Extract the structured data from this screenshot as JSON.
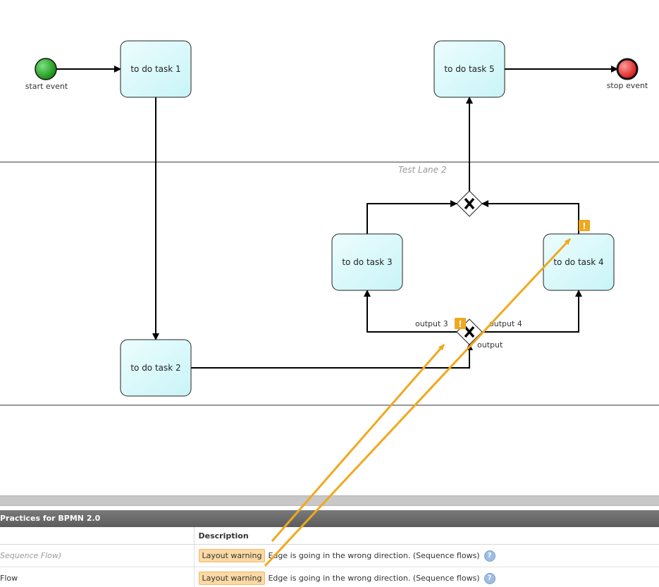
{
  "lanes": {
    "lane2_label": "Test Lane 2"
  },
  "events": {
    "start_label": "start event",
    "stop_label": "stop event"
  },
  "tasks": {
    "task1": "to do task 1",
    "task2": "to do task 2",
    "task3": "to do task 3",
    "task4": "to do task 4",
    "task5": "to do task 5"
  },
  "gateway_labels": {
    "output3": "output 3",
    "output4": "output 4",
    "output": "output"
  },
  "warning_marker_glyph": "!",
  "panel": {
    "title": "Practices for BPMN 2.0",
    "columns": [
      "",
      "Description"
    ],
    "rows": [
      {
        "element": "Sequence Flow)",
        "badge": "Layout warning",
        "description": "Edge is going in the wrong direction. (Sequence flows)",
        "help": "?"
      },
      {
        "element": "Flow",
        "badge": "Layout warning",
        "description": "Edge is going in the wrong direction. (Sequence flows)",
        "help": "?"
      }
    ]
  },
  "colors": {
    "task_fill": "#e1fbfd",
    "start_event": "#1aa31a",
    "stop_event": "#e11d1d",
    "warning": "#f0a81e",
    "badge_fill": "#fcd9a3"
  }
}
